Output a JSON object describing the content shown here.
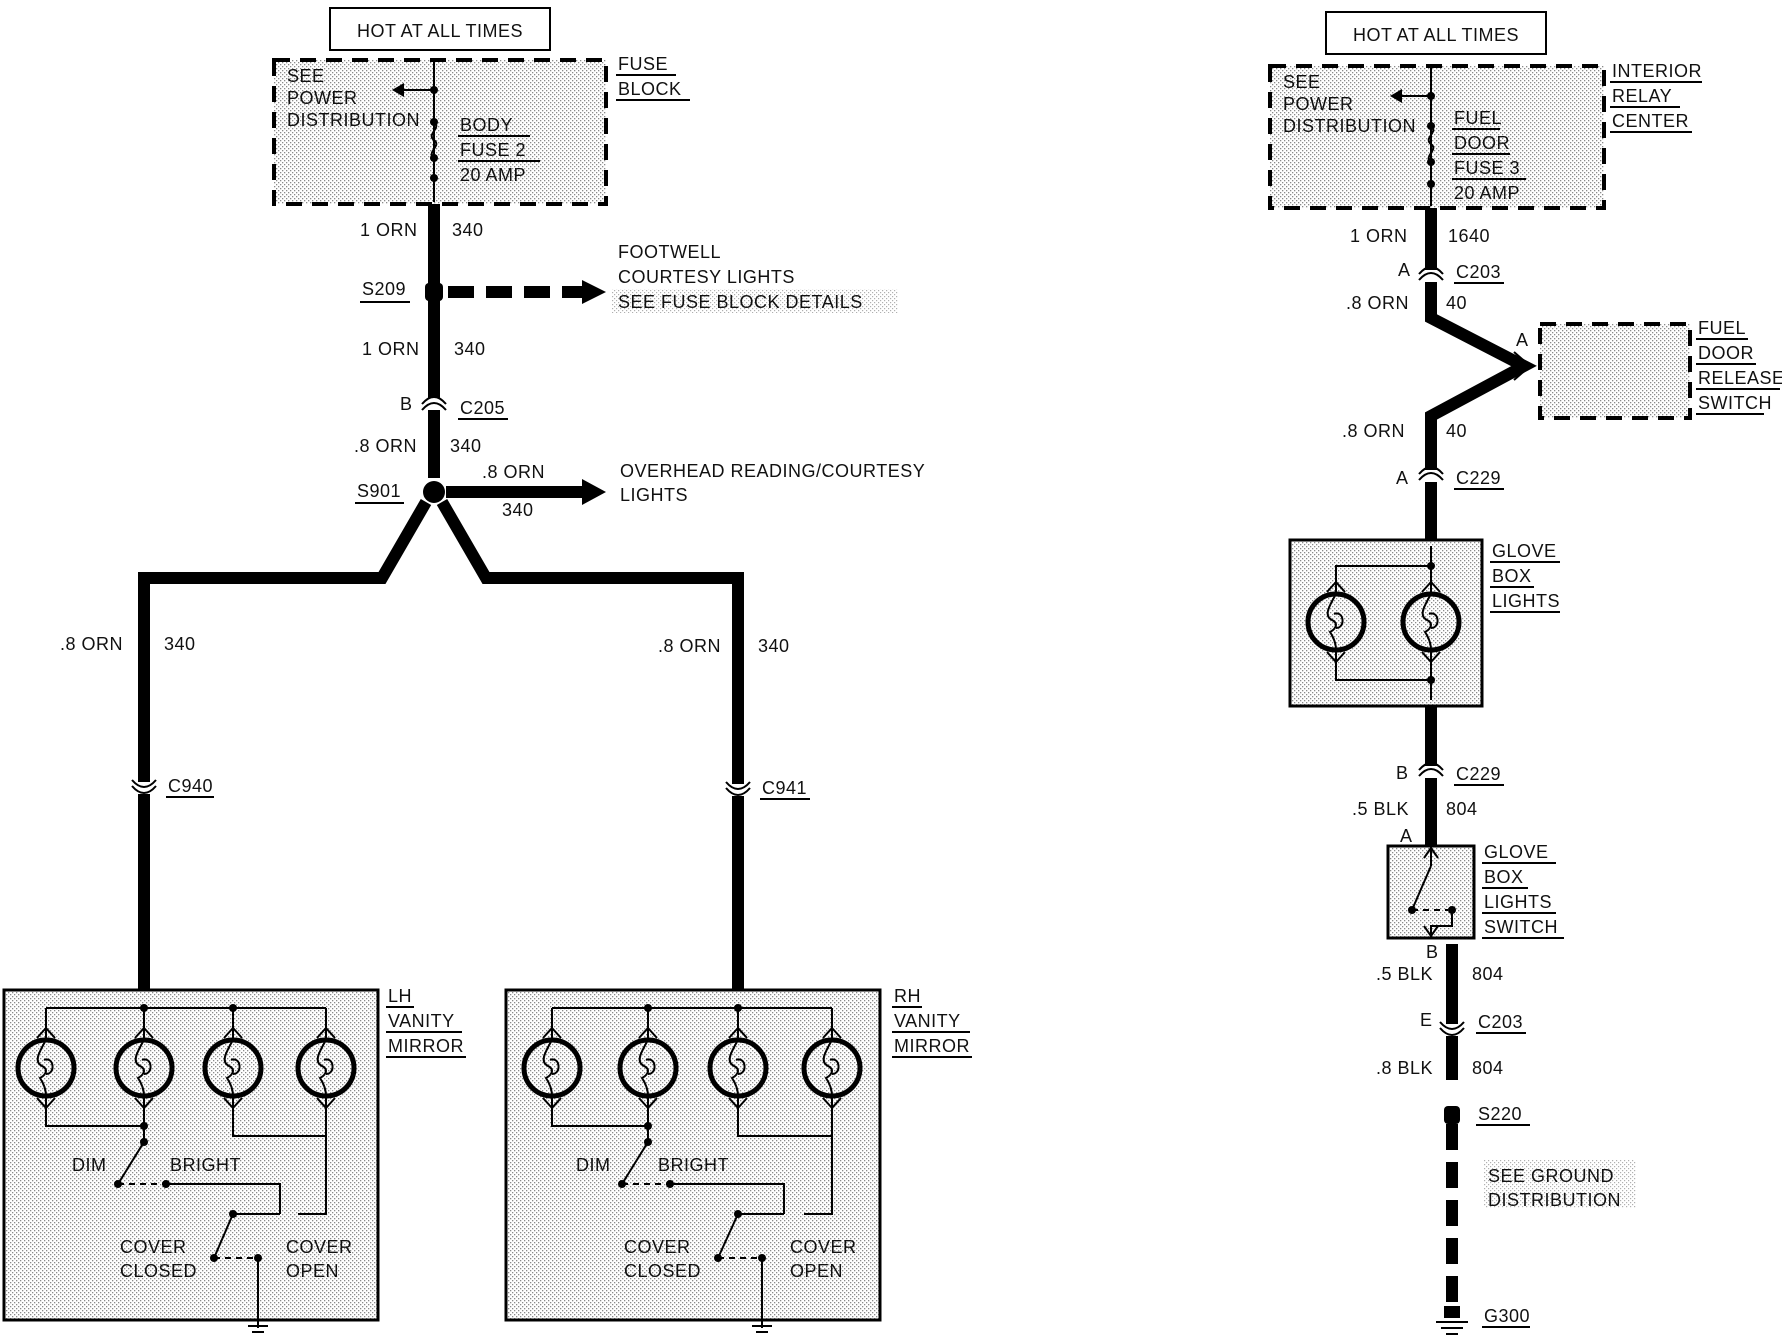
{
  "left_circuit": {
    "hot_label": "HOT AT ALL TIMES",
    "fuse_block": {
      "see_text": [
        "SEE",
        "POWER",
        "DISTRIBUTION"
      ],
      "fuse_name": [
        "BODY",
        "FUSE 2",
        "20 AMP"
      ],
      "block_name": [
        "FUSE",
        "BLOCK"
      ]
    },
    "wire1": {
      "gauge": "1 ORN",
      "circuit": "340"
    },
    "splice_s209": "S209",
    "footwell": [
      "FOOTWELL",
      "COURTESY LIGHTS",
      "SEE FUSE BLOCK DETAILS"
    ],
    "wire2": {
      "gauge": "1 ORN",
      "circuit": "340"
    },
    "c205": {
      "pin": "B",
      "name": "C205"
    },
    "wire3": {
      "gauge": ".8 ORN",
      "circuit": "340"
    },
    "splice_s901": "S901",
    "overhead_wire": {
      "gauge": ".8 ORN",
      "circuit": "340"
    },
    "overhead": [
      "OVERHEAD READING/COURTESY",
      "LIGHTS"
    ],
    "lh_wire": {
      "gauge": ".8 ORN",
      "circuit": "340"
    },
    "rh_wire": {
      "gauge": ".8 ORN",
      "circuit": "340"
    },
    "c940": "C940",
    "c941": "C941",
    "lh_mirror": [
      "LH",
      "VANITY",
      "MIRROR"
    ],
    "rh_mirror": [
      "RH",
      "VANITY",
      "MIRROR"
    ],
    "switch_labels": {
      "dim": "DIM",
      "bright": "BRIGHT",
      "cover": "COVER",
      "closed": "CLOSED",
      "open": "OPEN"
    }
  },
  "right_circuit": {
    "hot_label": "HOT AT ALL TIMES",
    "relay_center": {
      "see_text": [
        "SEE",
        "POWER",
        "DISTRIBUTION"
      ],
      "fuse_name": [
        "FUEL",
        "DOOR",
        "FUSE 3",
        "20 AMP"
      ],
      "center_name": [
        "INTERIOR",
        "RELAY",
        "CENTER"
      ]
    },
    "wire1": {
      "gauge": "1 ORN",
      "circuit": "1640"
    },
    "c203_top": {
      "pin": "A",
      "name": "C203"
    },
    "wire2": {
      "gauge": ".8 ORN",
      "circuit": "40"
    },
    "fuel_switch_pin": "A",
    "fuel_switch": [
      "FUEL",
      "DOOR",
      "RELEASE",
      "SWITCH"
    ],
    "wire3": {
      "gauge": ".8 ORN",
      "circuit": "40"
    },
    "c229_top": {
      "pin": "A",
      "name": "C229"
    },
    "glove_lights": [
      "GLOVE",
      "BOX",
      "LIGHTS"
    ],
    "c229_bottom": {
      "pin": "B",
      "name": "C229"
    },
    "wire4": {
      "gauge": ".5 BLK",
      "circuit": "804"
    },
    "switch_pin_a": "A",
    "glove_switch": [
      "GLOVE",
      "BOX",
      "LIGHTS",
      "SWITCH"
    ],
    "switch_pin_b": "B",
    "wire5": {
      "gauge": ".5 BLK",
      "circuit": "804"
    },
    "c203_bottom": {
      "pin": "E",
      "name": "C203"
    },
    "wire6": {
      "gauge": ".8 BLK",
      "circuit": "804"
    },
    "splice_s220": "S220",
    "ground_dist": [
      "SEE GROUND",
      "DISTRIBUTION"
    ],
    "ground": "G300"
  }
}
